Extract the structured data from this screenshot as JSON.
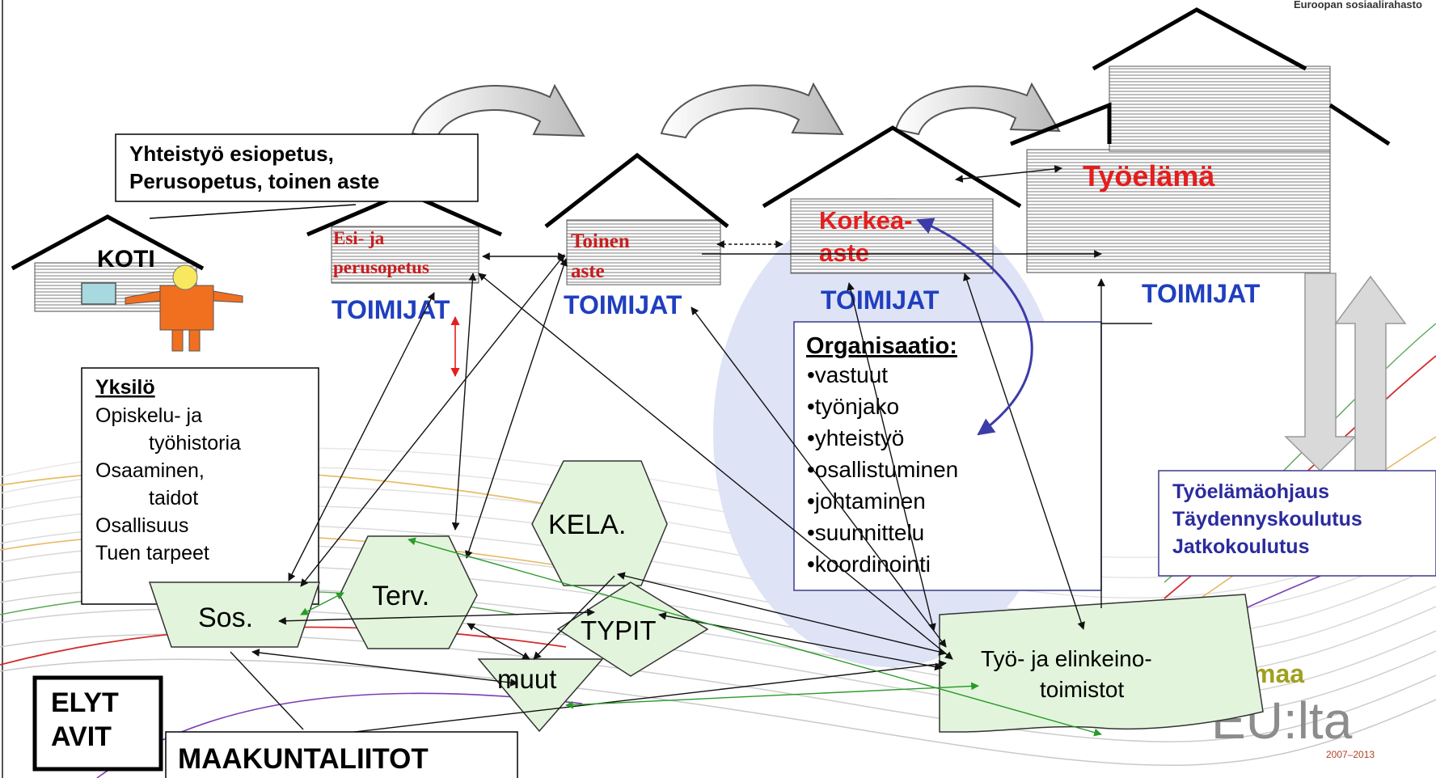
{
  "header": {
    "publisher": "Euroopan sosiaalirahasto"
  },
  "cooperation_box": {
    "line1": "Yhteistyö  esiopetus,",
    "line2": "Perusopetus, toinen aste"
  },
  "houses": {
    "home": {
      "label": "KOTI"
    },
    "preschool": {
      "line1": "Esi- ja",
      "line2": "perusopetus",
      "actors": "TOIMIJAT"
    },
    "secondary": {
      "line1": "Toinen",
      "line2": "aste",
      "actors": "TOIMIJAT"
    },
    "higher": {
      "line1": "Korkea-",
      "line2": "aste",
      "actors": "TOIMIJAT"
    },
    "worklife": {
      "label": "Työelämä",
      "actors": "TOIMIJAT"
    }
  },
  "individual": {
    "title": "Yksilö",
    "items": [
      "Opiskelu- ja",
      "työhistoria",
      "Osaaminen,",
      "taidot",
      "Osallisuus",
      "Tuen  tarpeet"
    ]
  },
  "organization": {
    "title": "Organisaatio:",
    "items": [
      "•vastuut",
      "•työnjako",
      "•yhteistyö",
      "•osallistuminen",
      "•johtaminen",
      "•suunnittelu",
      "•koordinointi"
    ]
  },
  "guidance": {
    "items": [
      "Työelämäohjaus",
      "Täydennyskoulutus",
      "Jatkokoulutus"
    ]
  },
  "actors_network": {
    "sos": "Sos.",
    "terv": "Terv.",
    "kela": "KELA.",
    "typit": "TYPIT",
    "muut": "muut",
    "te_line1": "Työ- ja elinkeino-",
    "te_line2": "toimistot"
  },
  "bottom_left": {
    "line1": "ELYT",
    "line2": "AVIT",
    "regional": "MAAKUNTALIITOT"
  },
  "eu_logo": {
    "word": "maa",
    "text": "EU:lta",
    "years": "2007–2013"
  },
  "colors": {
    "blue_label": "#1f3fbf",
    "red_label": "#e41e1e",
    "dark_red_label": "#c81e1e",
    "green_fill": "#e2f5dc",
    "green_arrow": "#2a9a2a",
    "ellipse": "#dfe3f6",
    "person_body": "#f07020",
    "person_head": "#f8e860",
    "guidance_text": "#2b2b9e",
    "purple_arrow": "#3c3ca8"
  }
}
